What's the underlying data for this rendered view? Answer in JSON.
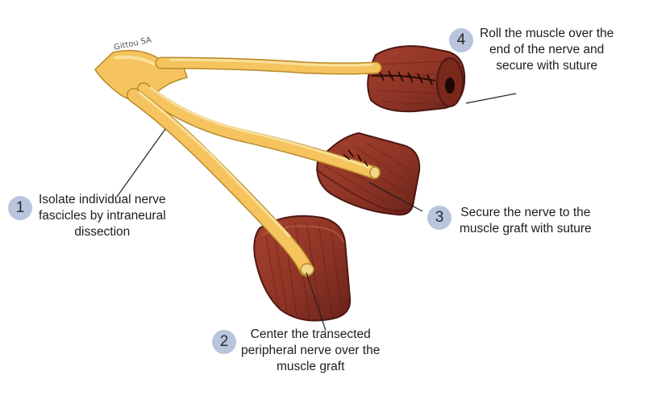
{
  "signature": "Gittou SA",
  "colors": {
    "nerve_fill": "#f5c45e",
    "nerve_highlight": "#fbe3a1",
    "nerve_outline": "#b88a2a",
    "muscle_fill": "#8e3426",
    "muscle_dark": "#5b1c14",
    "badge": "#b9c5dd"
  },
  "steps": [
    {
      "number": "1",
      "text": "Isolate individual nerve\nfascicles by intraneural\ndissection"
    },
    {
      "number": "2",
      "text": "Center the transected\nperipheral nerve over the\nmuscle graft"
    },
    {
      "number": "3",
      "text": "Secure the nerve to the\nmuscle graft with suture"
    },
    {
      "number": "4",
      "text": "Roll the muscle over the\nend of the nerve and\nsecure with suture"
    }
  ]
}
